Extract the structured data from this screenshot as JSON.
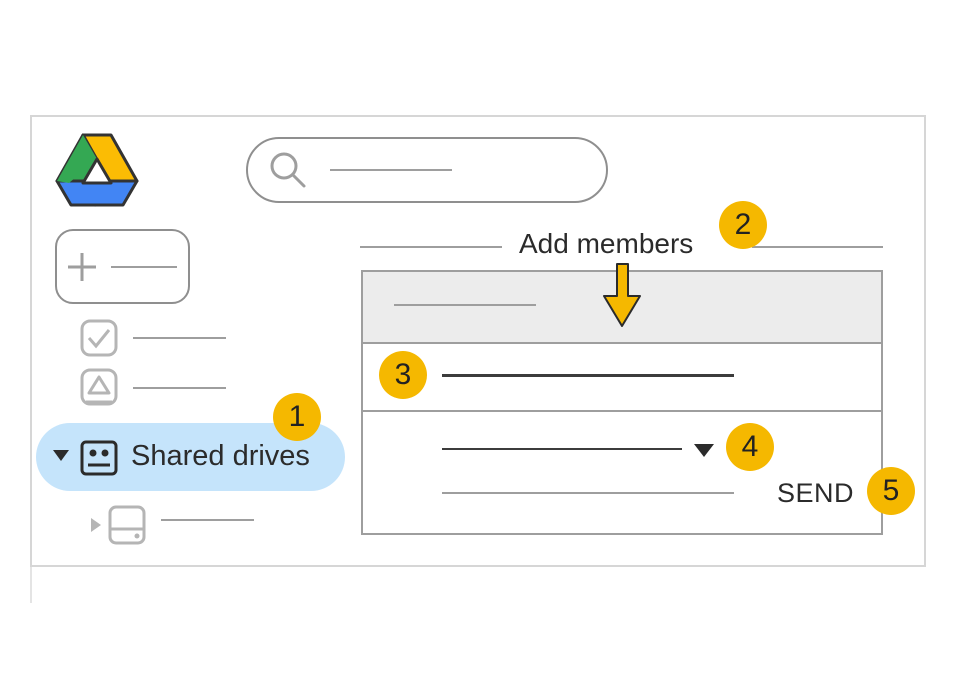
{
  "sidebar": {
    "logo_icon": "google-drive-logo",
    "new_button_icon": "plus-icon",
    "items": [
      {
        "icon": "checkbox-icon",
        "label": ""
      },
      {
        "icon": "drive-icon",
        "label": ""
      }
    ],
    "shared_drives": {
      "label": "Shared drives",
      "icon": "shared-drive-icon",
      "expand_icon": "caret-down-icon"
    },
    "sub_item": {
      "icon": "drive-disk-icon",
      "expand_icon": "caret-right-icon"
    }
  },
  "search": {
    "icon": "search-icon"
  },
  "dialog": {
    "title": "Add members",
    "send_label": "SEND",
    "role_dropdown_icon": "caret-down-icon"
  },
  "steps": [
    "1",
    "2",
    "3",
    "4",
    "5"
  ],
  "colors": {
    "highlight": "#c5e4fb",
    "badge": "#f5b800",
    "arrow": "#f5b800"
  }
}
